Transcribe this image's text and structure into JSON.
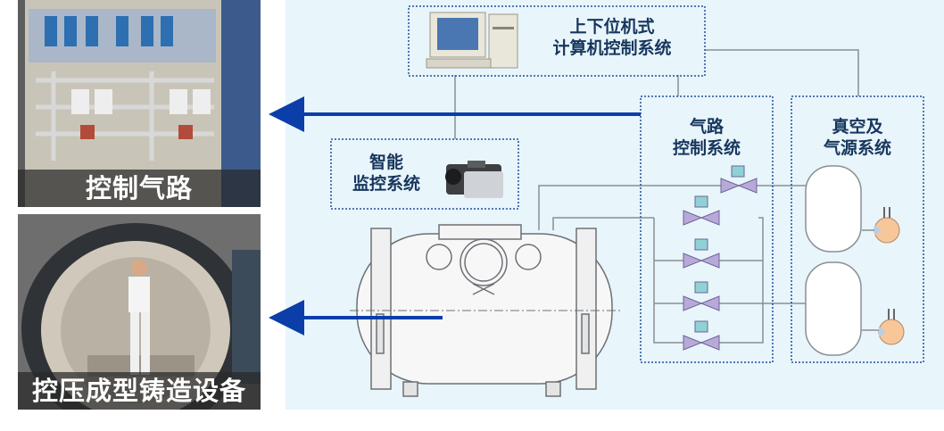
{
  "photos": {
    "control_gas": {
      "caption": "控制气路"
    },
    "casting_equipment": {
      "caption": "控压成型铸造设备"
    }
  },
  "diagram": {
    "computer_system": {
      "line1": "上下位机式",
      "line2": "计算机控制系统"
    },
    "monitoring": {
      "line1": "智能",
      "line2": "监控系统"
    },
    "gas_control": {
      "line1": "气路",
      "line2": "控制系统"
    },
    "vacuum_gas": {
      "line1": "真空及",
      "line2": "气源系统"
    }
  },
  "colors": {
    "panel_bg": "#e8f5fb",
    "box_border": "#1f4e9c",
    "arrow": "#0b3ea8",
    "label_text": "#17365d",
    "valve": "#b7a9d8",
    "pump": "#f7c79a"
  }
}
